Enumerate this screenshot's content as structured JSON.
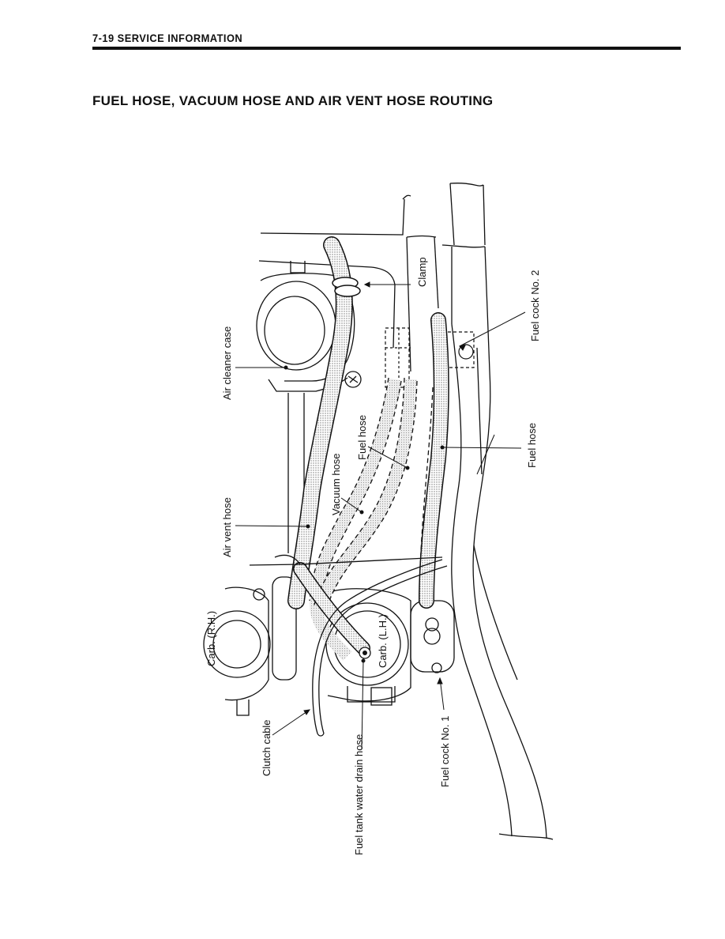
{
  "header": {
    "section": "7-19 SERVICE INFORMATION"
  },
  "title": "FUEL HOSE, VACUUM HOSE AND AIR VENT HOSE ROUTING",
  "labels": {
    "clamp": "Clamp",
    "fuel_cock_2": "Fuel cock No. 2",
    "air_cleaner_case": "Air cleaner case",
    "fuel_hose_inner": "Fuel hose",
    "fuel_hose_outer": "Fuel hose",
    "vacuum_hose": "Vacuum hose",
    "air_vent_hose": "Air vent hose",
    "carb_rh": "Carb. (R.H.)",
    "carb_lh": "Carb. (L.H.)",
    "clutch_cable": "Clutch cable",
    "drain_hose": "Fuel tank water drain hose",
    "fuel_cock_1": "Fuel cock No. 1"
  }
}
